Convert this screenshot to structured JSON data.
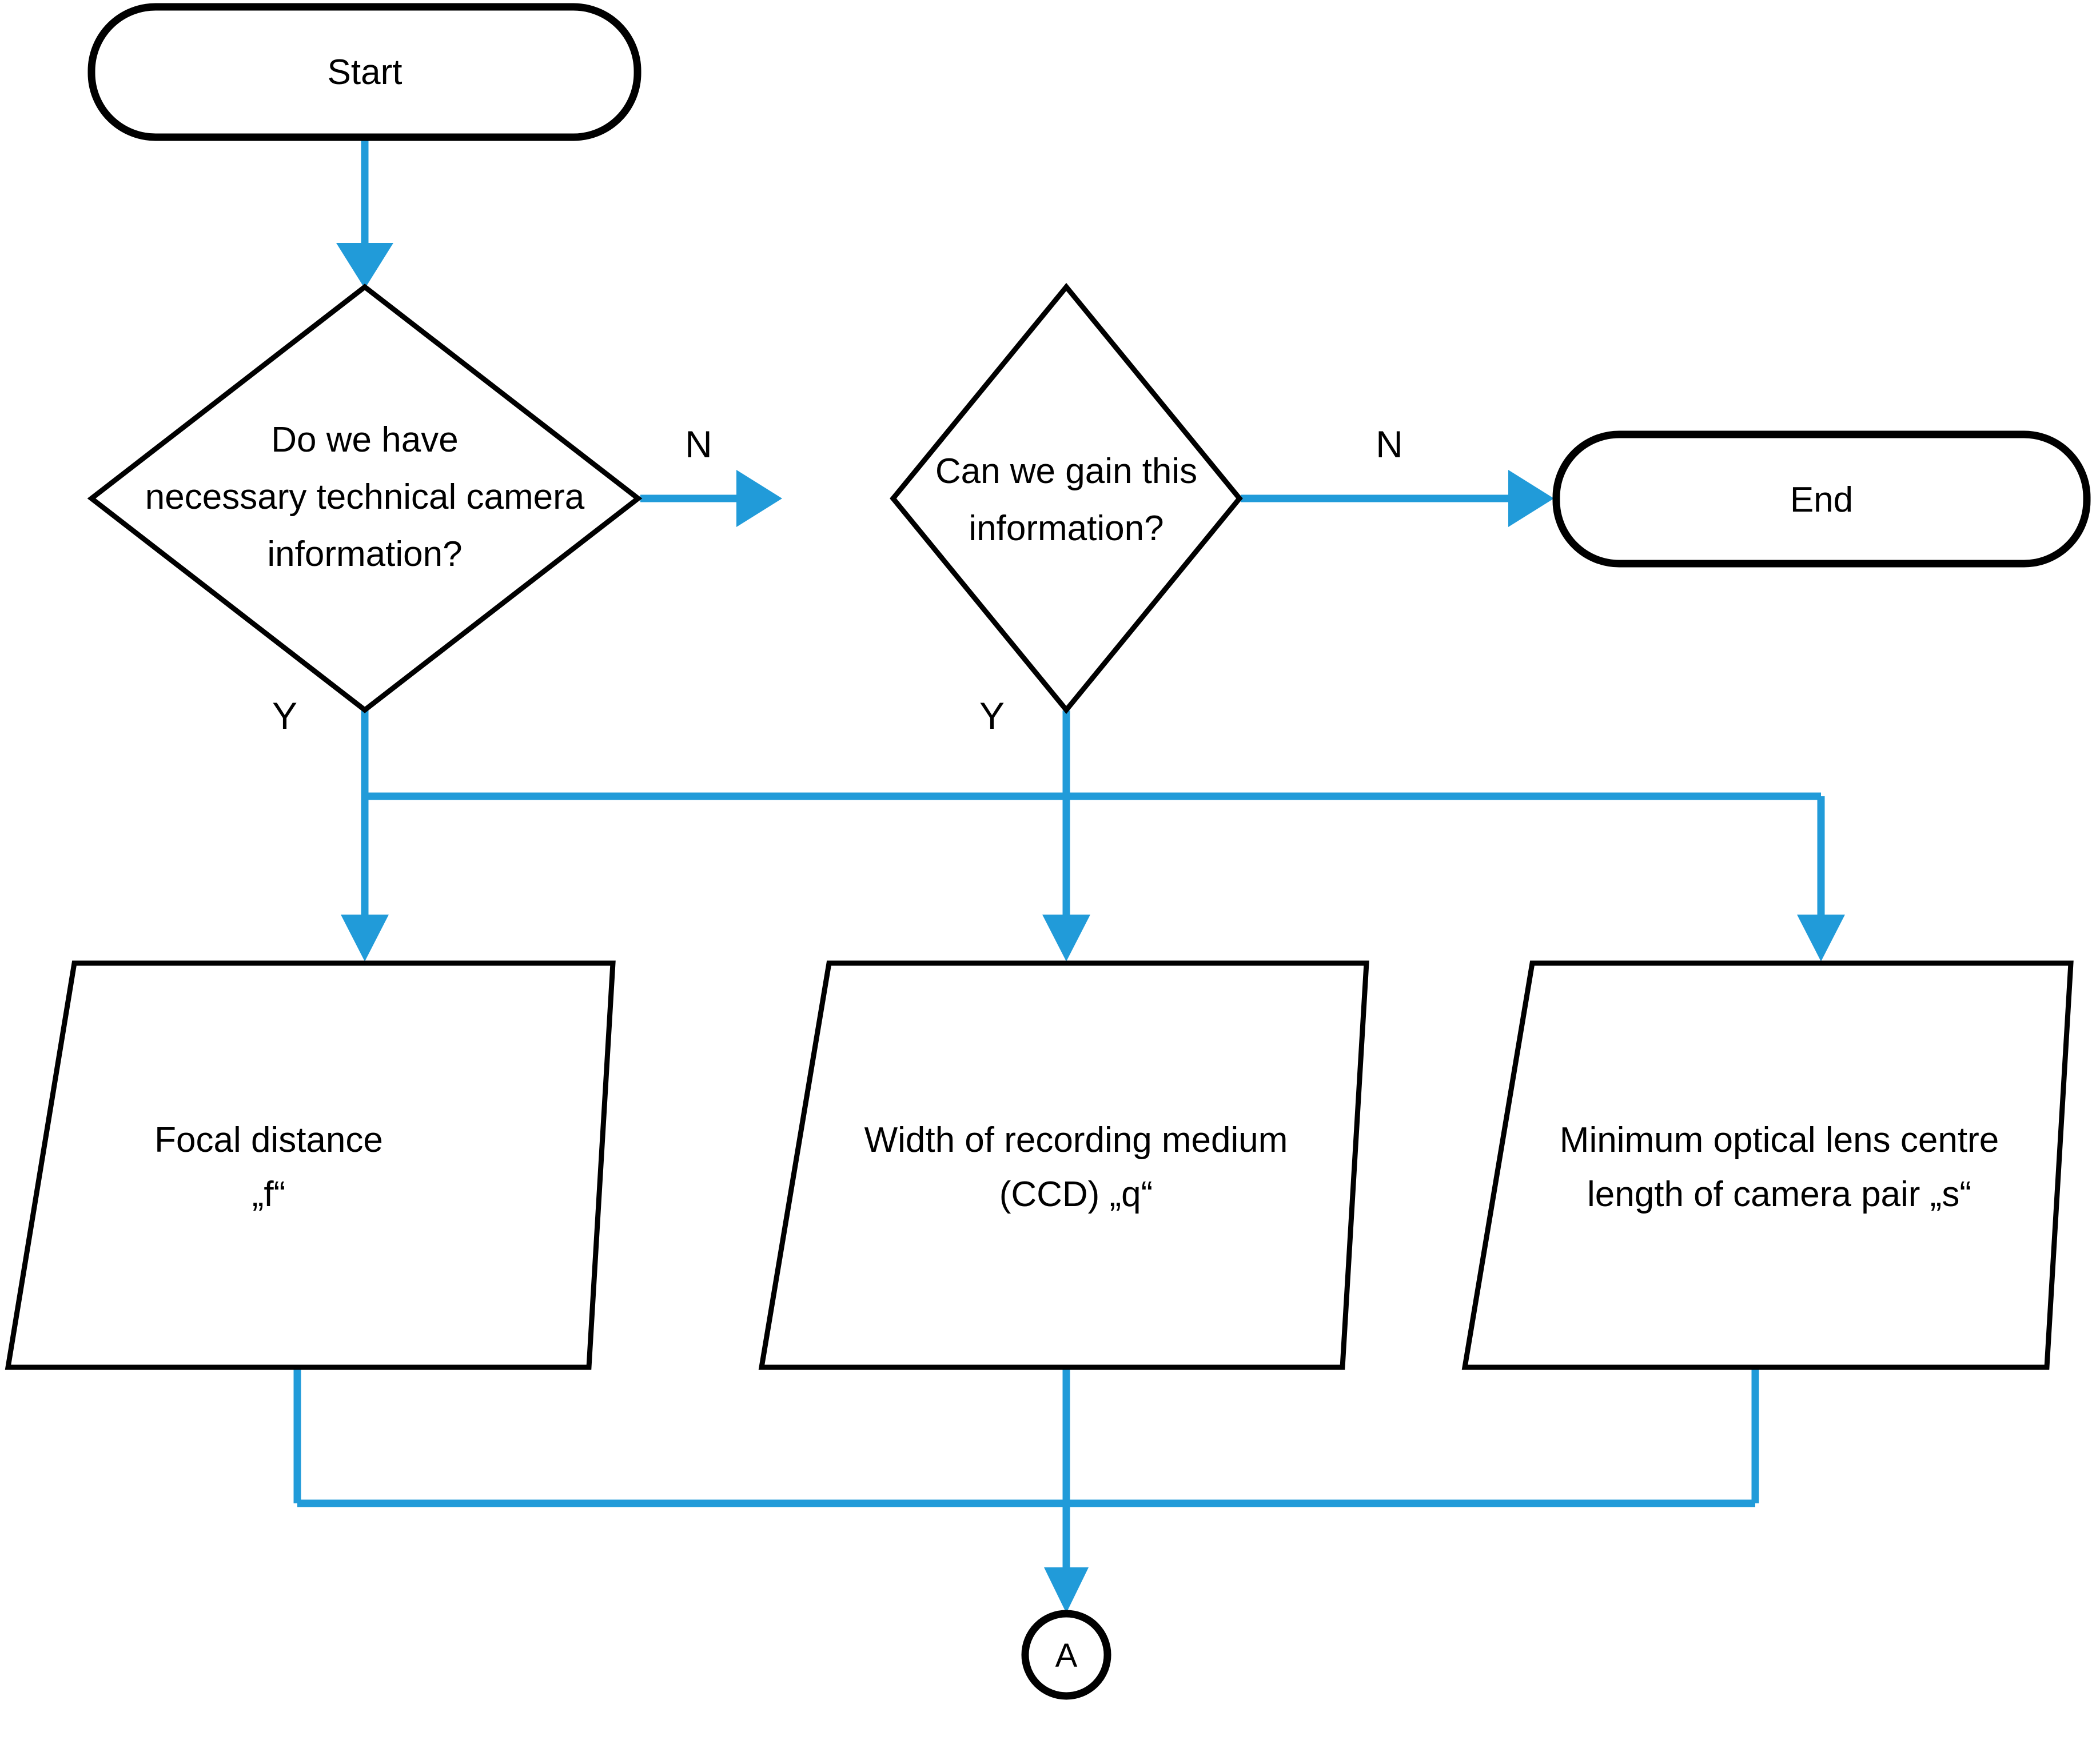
{
  "diagram": {
    "type": "flowchart",
    "title": "Camera information decision flowchart",
    "colors": {
      "connector": "#219BD9",
      "shape_outline": "#000000",
      "background": "#FFFFFF"
    },
    "nodes": {
      "start": {
        "label": "Start",
        "shape": "terminator"
      },
      "decision_have_info": {
        "label_line1": "Do we have",
        "label_line2": "necessary technical camera",
        "label_line3": "information?",
        "shape": "decision"
      },
      "decision_gain_info": {
        "label_line1": "Can we gain this",
        "label_line2": "information?",
        "shape": "decision"
      },
      "end": {
        "label": "End",
        "shape": "terminator"
      },
      "focal_distance": {
        "label_line1": "Focal distance",
        "label_line2": "„f“",
        "shape": "data"
      },
      "ccd_width": {
        "label_line1": "Width of recording medium",
        "label_line2": "(CCD) „q“",
        "shape": "data"
      },
      "lens_centre_length": {
        "label_line1": "Minimum optical lens centre",
        "label_line2": "length of camera pair „s“",
        "shape": "data"
      },
      "connector_a": {
        "label": "A",
        "shape": "connector"
      }
    },
    "edge_labels": {
      "have_info_no": "N",
      "have_info_yes": "Y",
      "gain_info_no": "N",
      "gain_info_yes": "Y"
    }
  }
}
